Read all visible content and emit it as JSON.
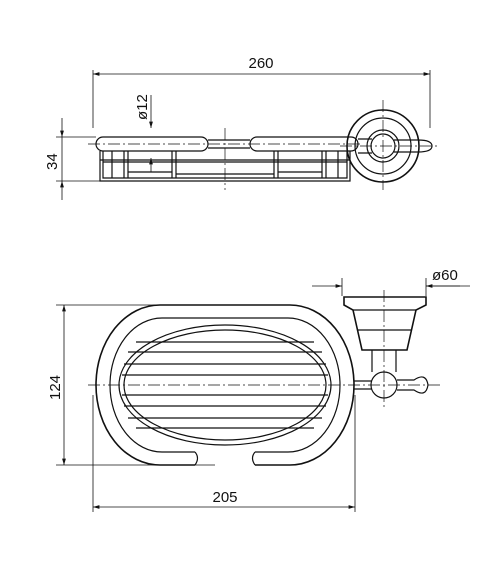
{
  "dimensions": {
    "top_width": "260",
    "rod_diameter": "ø12",
    "top_height": "34",
    "bracket_diameter": "ø60",
    "plan_depth": "124",
    "plan_width": "205"
  }
}
